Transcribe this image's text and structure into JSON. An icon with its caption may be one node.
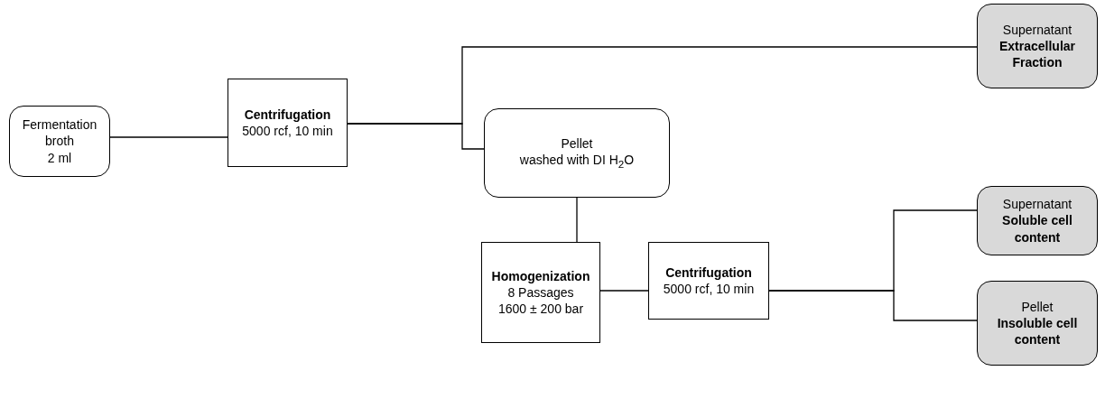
{
  "diagram": {
    "nodes": [
      {
        "text": [
          "Fermentation broth",
          "2 ml"
        ]
      },
      {
        "text": [
          "Centrifugation",
          "5000 rcf, 10 min"
        ]
      },
      {
        "text": [
          "Supernatant",
          "Extracellular Fraction"
        ]
      },
      {
        "text": [
          "Pellet",
          "washed with DI H$_{2}$O"
        ]
      },
      {
        "text": [
          "Homogenization",
          "8 Passages",
          "1600 ± 200 bar"
        ]
      },
      {
        "text": [
          "Centrifugation",
          "5000 rcf, 10 min"
        ]
      },
      {
        "text": [
          "Supernatant",
          "Soluble cell content"
        ]
      },
      {
        "text": [
          "Pellet",
          "Insoluble cell content"
        ]
      }
    ],
    "edges": [
      {
        "from": 0,
        "to": 1,
        "arrow": "none"
      },
      {
        "from": 1,
        "to": 2,
        "arrow": "none"
      },
      {
        "from": 1,
        "to": 3,
        "arrow": "none"
      },
      {
        "from": 3,
        "to": 4,
        "arrow": "none"
      },
      {
        "from": 4,
        "to": 5,
        "arrow": "none"
      },
      {
        "from": 5,
        "to": 6,
        "arrow": "none"
      },
      {
        "from": 5,
        "to": 7,
        "arrow": "none"
      }
    ]
  }
}
